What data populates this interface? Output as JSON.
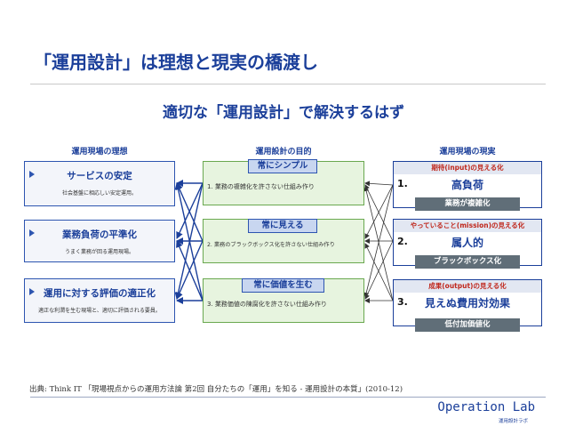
{
  "title": "「運用設計」は理想と現実の橋渡し",
  "subtitle": "適切な「運用設計」で解決するはず",
  "columns": {
    "ideal": "運用現場の理想",
    "purpose": "運用設計の目的",
    "reality": "運用現場の現実"
  },
  "ideal_items": [
    {
      "title": "サービスの安定",
      "desc": "社会基盤に相応しい安定運用。"
    },
    {
      "title": "業務負荷の平準化",
      "desc": "うまく業務が回る運用現場。"
    },
    {
      "title": "運用に対する評価の適正化",
      "desc": "適正な利潤を生む現場と、適切に評価される要員。"
    }
  ],
  "purpose_items": [
    {
      "tag": "常にシンプル",
      "text": "1. 業務の複雑化を許さない仕組み作り"
    },
    {
      "tag": "常に見える",
      "text": "2. 業務のブラックボックス化を許さない仕組み作り"
    },
    {
      "tag": "常に価値を生む",
      "text": "3. 業務価値の陳腐化を許さない仕組み作り"
    }
  ],
  "reality_items": [
    {
      "header": "期待(input)の見える化",
      "num": "1.",
      "main": "高負荷",
      "tag": "業務が複雑化"
    },
    {
      "header": "やっていること(mission)の見える化",
      "num": "2.",
      "main": "属人的",
      "tag": "ブラックボックス化"
    },
    {
      "header": "成果(output)の見える化",
      "num": "3.",
      "main": "見えぬ費用対効果",
      "tag": "低付加価値化"
    }
  ],
  "source": "出典: Think IT 「現場視点からの運用方法論 第2回 自分たちの「運用」を知る - 運用設計の本質」(2010-12)",
  "brand": {
    "name": "Operation Lab",
    "sub": "運用設計ラボ"
  },
  "colors": {
    "accent": "#1b3f9a",
    "green": "#6aa84f",
    "red": "#c0271c",
    "gray_tag": "#606e78"
  }
}
